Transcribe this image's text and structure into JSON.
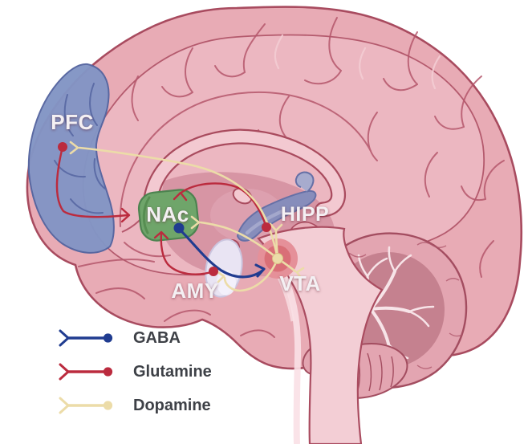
{
  "figure": {
    "type": "brain-sagittal-neurotransmitter-pathway-diagram",
    "background_color": "#ffffff"
  },
  "regions": {
    "pfc": {
      "label": "PFC",
      "color": "#8395c5"
    },
    "nac": {
      "label": "NAc",
      "color": "#6fa56a"
    },
    "hipp": {
      "label": "HIPP",
      "color": "#878dbb"
    },
    "amy": {
      "label": "AMY",
      "color": "#e9e4f3"
    },
    "vta": {
      "label": "VTA",
      "color": "#d96f77"
    }
  },
  "legend": {
    "items": [
      {
        "id": "gaba",
        "label": "GABA",
        "color": "#203c90"
      },
      {
        "id": "glutamine",
        "label": "Glutamine",
        "color": "#bb2b3e"
      },
      {
        "id": "dopamine",
        "label": "Dopamine",
        "color": "#ecdca8"
      }
    ]
  },
  "pathways": {
    "gaba": {
      "color": "#203c90",
      "connections": [
        {
          "from": "NAc",
          "to": "VTA"
        }
      ]
    },
    "glutamine": {
      "color": "#bb2b3e",
      "connections": [
        {
          "from": "PFC",
          "to": "NAc"
        },
        {
          "from": "HIPP",
          "to": "NAc"
        },
        {
          "from": "AMY",
          "to": "NAc"
        }
      ]
    },
    "dopamine": {
      "color": "#ecdca8",
      "connections": [
        {
          "from": "VTA",
          "to": "PFC"
        },
        {
          "from": "VTA",
          "to": "NAc"
        },
        {
          "from": "VTA",
          "to": "AMY"
        },
        {
          "from": "VTA",
          "to": "HIPP"
        }
      ]
    }
  }
}
